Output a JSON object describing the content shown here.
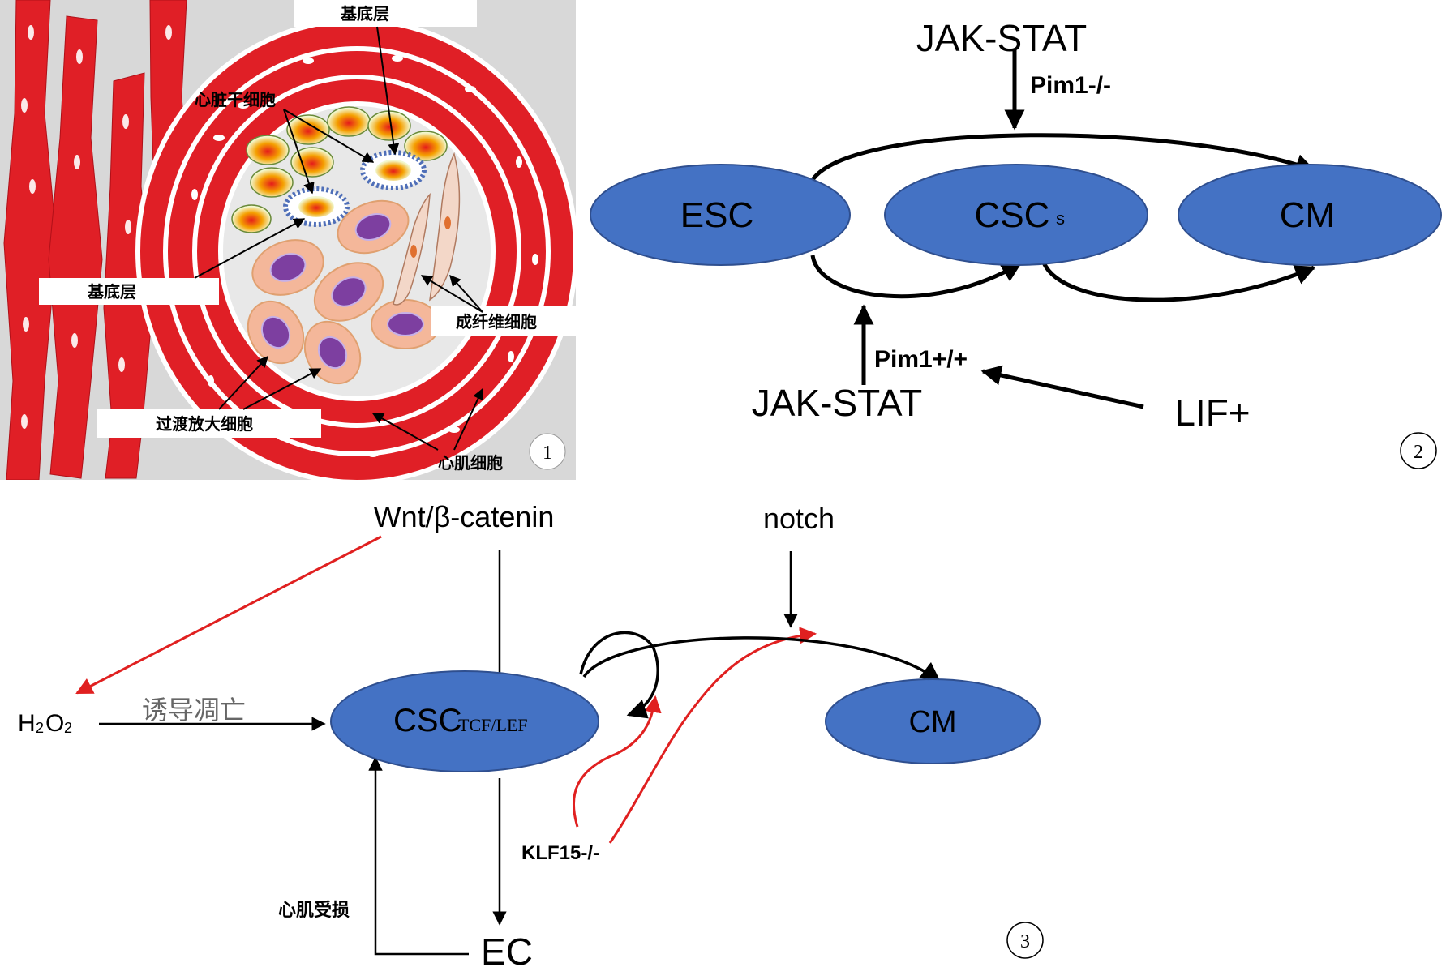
{
  "panel1": {
    "number": "1",
    "labels": {
      "basement_top": "基底层",
      "basement_left": "基底层",
      "cardiac_stem": "心脏干细胞",
      "fibroblast": "成纤维细胞",
      "transit": "过渡放大细胞",
      "cardiomyocyte": "心肌细胞"
    },
    "colors": {
      "background": "#d8d8d8",
      "muscle": "#e01f26",
      "stem_cell": "#4f6fb8",
      "transit_cell": "#f4b79a",
      "nucleus": "#7d3fa0",
      "fibroblast": "#f3d7c8"
    }
  },
  "panel2": {
    "number": "2",
    "nodes": {
      "esc": "ESC",
      "csc": "CSC",
      "csc_sub": "s",
      "cm": "CM"
    },
    "labels": {
      "jak_top": "JAK-STAT",
      "pim_neg": "Pim1-/-",
      "pim_pos": "Pim1+/+",
      "jak_bottom": "JAK-STAT",
      "lif": "LIF+"
    },
    "colors": {
      "node_fill": "#4472c4",
      "node_stroke": "#2f4f8f",
      "arrow": "#000000"
    }
  },
  "panel3": {
    "number": "3",
    "nodes": {
      "csc": "CSC",
      "csc_sub": "TCF/LEF",
      "cm": "CM"
    },
    "labels": {
      "wnt": "Wnt/β-catenin",
      "notch": "notch",
      "h2o2_h": "H",
      "h2o2_2a": "2",
      "h2o2_o": "O",
      "h2o2_2b": "2",
      "apoptosis": "诱导凋亡",
      "klf": "KLF15-/-",
      "damage": "心肌受损",
      "ec": "EC"
    },
    "colors": {
      "node_fill": "#4472c4",
      "node_stroke": "#2f4f8f",
      "red_arrow": "#e02020",
      "arrow": "#000000"
    }
  }
}
